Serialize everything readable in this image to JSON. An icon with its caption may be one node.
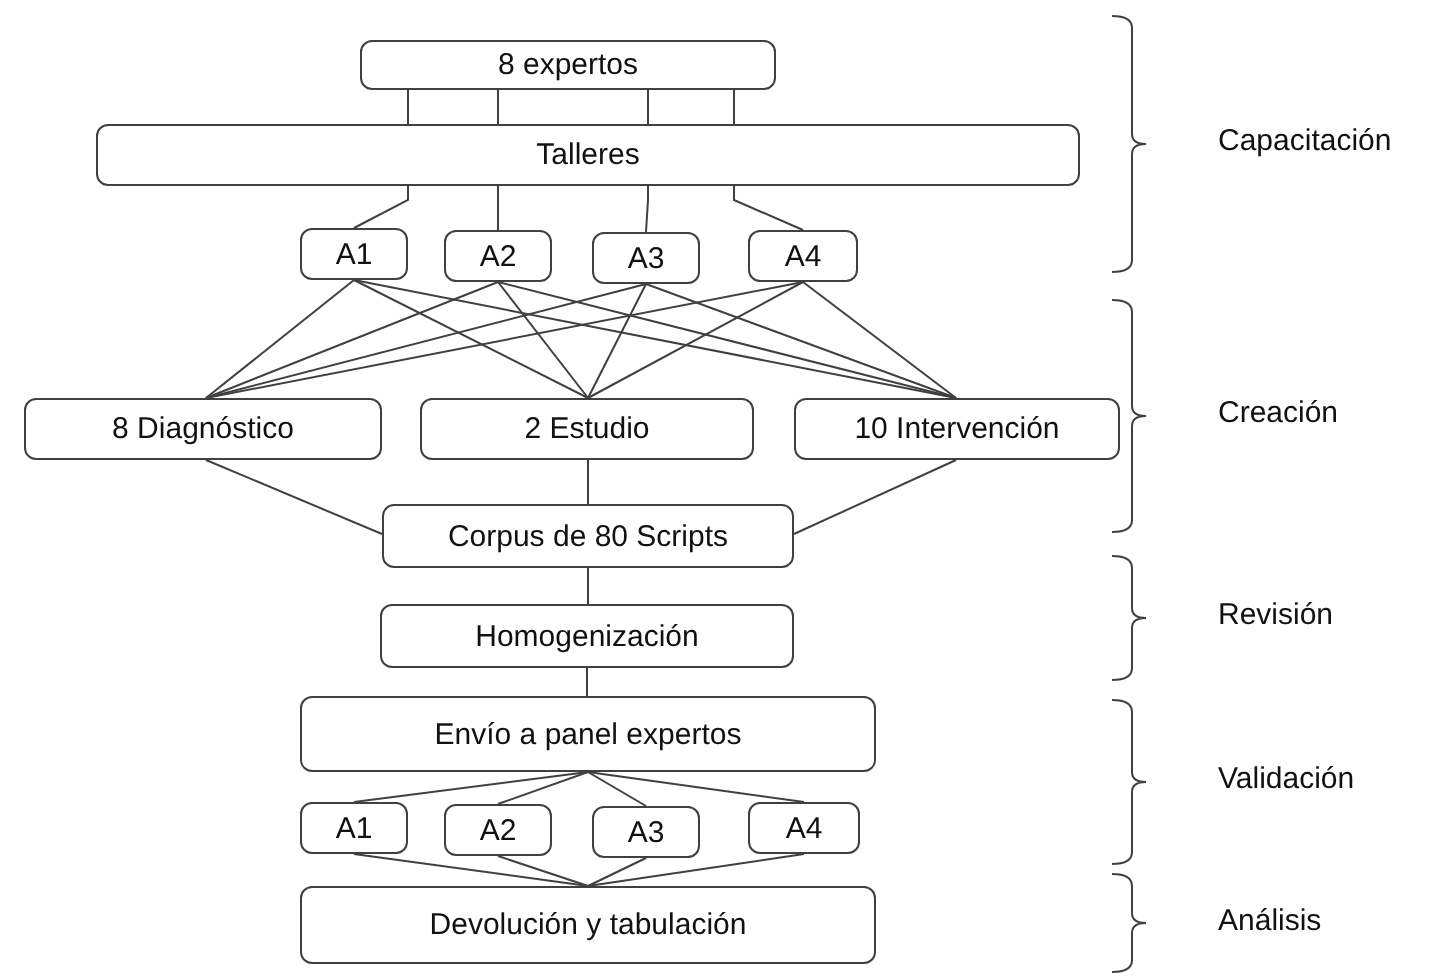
{
  "diagram": {
    "nodes": [
      {
        "text": [
          "8 expertos"
        ]
      },
      {
        "text": [
          "Talleres"
        ]
      },
      {
        "text": [
          "A1"
        ]
      },
      {
        "text": [
          "A2"
        ]
      },
      {
        "text": [
          "A3"
        ]
      },
      {
        "text": [
          "A4"
        ]
      },
      {
        "text": [
          "8 Diagnóstico"
        ]
      },
      {
        "text": [
          "2 Estudio"
        ]
      },
      {
        "text": [
          "10 Intervención"
        ]
      },
      {
        "text": [
          "Corpus de 80 Scripts"
        ]
      },
      {
        "text": [
          "Homogenización"
        ]
      },
      {
        "text": [
          "Envío a panel expertos"
        ]
      },
      {
        "text": [
          "A1"
        ]
      },
      {
        "text": [
          "A2"
        ]
      },
      {
        "text": [
          "A3"
        ]
      },
      {
        "text": [
          "A4"
        ]
      },
      {
        "text": [
          "Devolución y tabulación"
        ]
      }
    ],
    "edges": [
      {
        "from": 0,
        "to": 1,
        "arrow": "none"
      },
      {
        "from": 0,
        "to": 1,
        "arrow": "none"
      },
      {
        "from": 0,
        "to": 1,
        "arrow": "none"
      },
      {
        "from": 0,
        "to": 1,
        "arrow": "none"
      },
      {
        "from": 1,
        "to": 2,
        "arrow": "none"
      },
      {
        "from": 1,
        "to": 3,
        "arrow": "none"
      },
      {
        "from": 1,
        "to": 4,
        "arrow": "none"
      },
      {
        "from": 1,
        "to": 5,
        "arrow": "none"
      },
      {
        "from": 2,
        "to": 6,
        "arrow": "none"
      },
      {
        "from": 2,
        "to": 7,
        "arrow": "none"
      },
      {
        "from": 2,
        "to": 8,
        "arrow": "none"
      },
      {
        "from": 3,
        "to": 6,
        "arrow": "none"
      },
      {
        "from": 3,
        "to": 7,
        "arrow": "none"
      },
      {
        "from": 3,
        "to": 8,
        "arrow": "none"
      },
      {
        "from": 4,
        "to": 6,
        "arrow": "none"
      },
      {
        "from": 4,
        "to": 7,
        "arrow": "none"
      },
      {
        "from": 4,
        "to": 8,
        "arrow": "none"
      },
      {
        "from": 5,
        "to": 6,
        "arrow": "none"
      },
      {
        "from": 5,
        "to": 7,
        "arrow": "none"
      },
      {
        "from": 5,
        "to": 8,
        "arrow": "none"
      },
      {
        "from": 6,
        "to": 9,
        "arrow": "none"
      },
      {
        "from": 7,
        "to": 9,
        "arrow": "none"
      },
      {
        "from": 8,
        "to": 9,
        "arrow": "none"
      },
      {
        "from": 9,
        "to": 10,
        "arrow": "none"
      },
      {
        "from": 10,
        "to": 11,
        "arrow": "none"
      },
      {
        "from": 11,
        "to": 12,
        "arrow": "none"
      },
      {
        "from": 11,
        "to": 13,
        "arrow": "none"
      },
      {
        "from": 11,
        "to": 14,
        "arrow": "none"
      },
      {
        "from": 11,
        "to": 15,
        "arrow": "none"
      },
      {
        "from": 12,
        "to": 16,
        "arrow": "none"
      },
      {
        "from": 13,
        "to": 16,
        "arrow": "none"
      },
      {
        "from": 14,
        "to": 16,
        "arrow": "none"
      },
      {
        "from": 15,
        "to": 16,
        "arrow": "none"
      }
    ],
    "labels": [
      "Capacitación",
      "Creación",
      "Revisión",
      "Validación",
      "Análisis"
    ]
  }
}
